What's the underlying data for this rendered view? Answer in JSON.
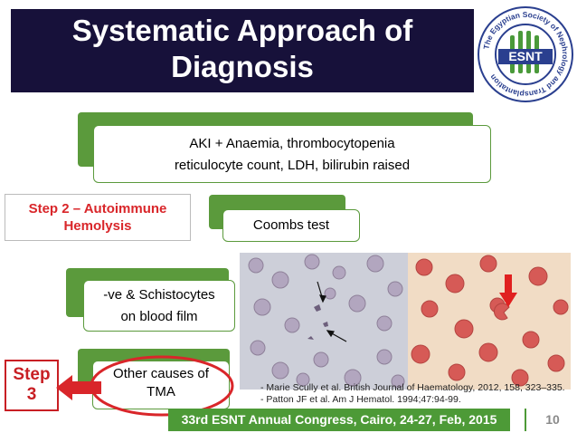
{
  "title": {
    "line1": "Systematic Approach of",
    "line2": "Diagnosis"
  },
  "logo": {
    "text": "ESNT",
    "ring_text": "The Egyptian Society of Nephrology and Transplantation"
  },
  "flow": {
    "node1": {
      "line1": "AKI + Anaemia, thrombocytopenia",
      "line2": "reticulocyte count, LDH, bilirubin raised"
    },
    "node2": {
      "label": "Coombs test"
    },
    "node3": {
      "line1": "-ve & Schistocytes",
      "line2": "on blood film"
    },
    "node4": {
      "line1": "Other causes of",
      "line2": "TMA"
    }
  },
  "step2": {
    "line1": "Step 2 – Autoimmune",
    "line2": "Hemolysis"
  },
  "step3": {
    "line1": "Step",
    "line2": "3"
  },
  "references": [
    "- Marie Scully et al. British Journal of Haematology, 2012, 158, 323–335.",
    "- Patton JF et al. Am J Hematol. 1994;47:94-99."
  ],
  "footer": {
    "text": "33rd ESNT Annual Congress, Cairo, 24-27, Feb, 2015",
    "page": "10"
  },
  "colors": {
    "title_bg": "#17113a",
    "green": "#5b9a3c",
    "red": "#d9262a",
    "footer_green": "#4d9a37"
  }
}
